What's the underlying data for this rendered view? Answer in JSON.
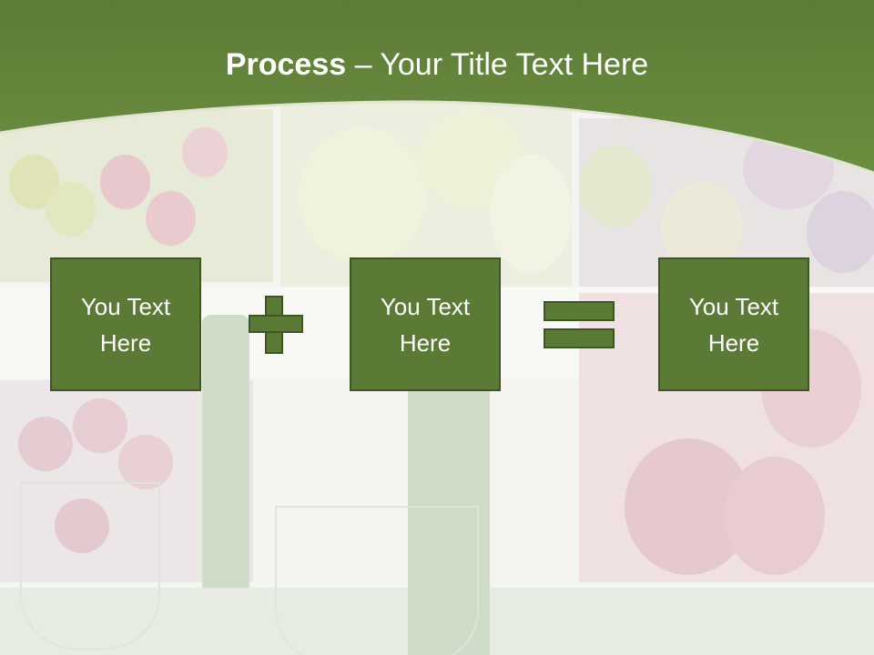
{
  "slide": {
    "title_bold": "Process",
    "title_rest": " – Your Title Text Here",
    "boxes": [
      {
        "text": "You Text\nHere"
      },
      {
        "text": "You Text\nHere"
      },
      {
        "text": "You Text\nHere"
      }
    ],
    "operators": [
      "plus-icon",
      "equals-icon"
    ]
  },
  "colors": {
    "header_green": "#5b7a36",
    "box_fill": "#5b7a36",
    "box_border": "#3d5622"
  }
}
